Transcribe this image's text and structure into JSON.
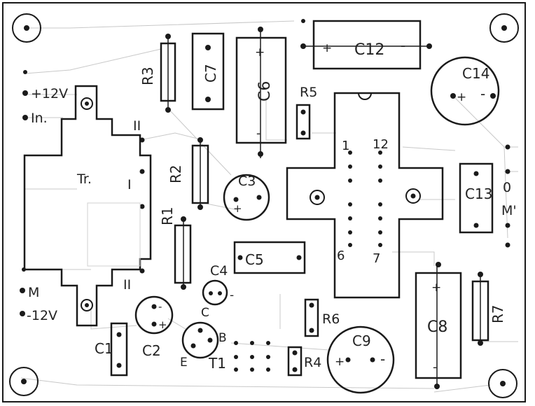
{
  "labels": {
    "plus12v": "+12V",
    "input": "In.",
    "ground_m": "M",
    "minus12v": "-12V",
    "transformer": "Tr.",
    "winding_ii_top": "II",
    "winding_i": "I",
    "winding_ii_bottom": "II",
    "r1": "R1",
    "r2": "R2",
    "r3": "R3",
    "r4": "R4",
    "r5": "R5",
    "r6": "R6",
    "r7": "R7",
    "c1": "C1",
    "c2": "C2",
    "c3": "C3",
    "c4": "C4",
    "c5": "C5",
    "c6": "C6",
    "c7": "C7",
    "c8": "C8",
    "c9": "C9",
    "c12": "C12",
    "c13": "C13",
    "c14": "C14",
    "t1": "T1",
    "emitter": "E",
    "base": "B",
    "collector": "C",
    "ic_pin1": "1",
    "ic_pin12": "12",
    "ic_pin6": "6",
    "ic_pin7": "7",
    "out_zero": "0",
    "out_m": "M'",
    "plus": "+",
    "minus": "-"
  }
}
